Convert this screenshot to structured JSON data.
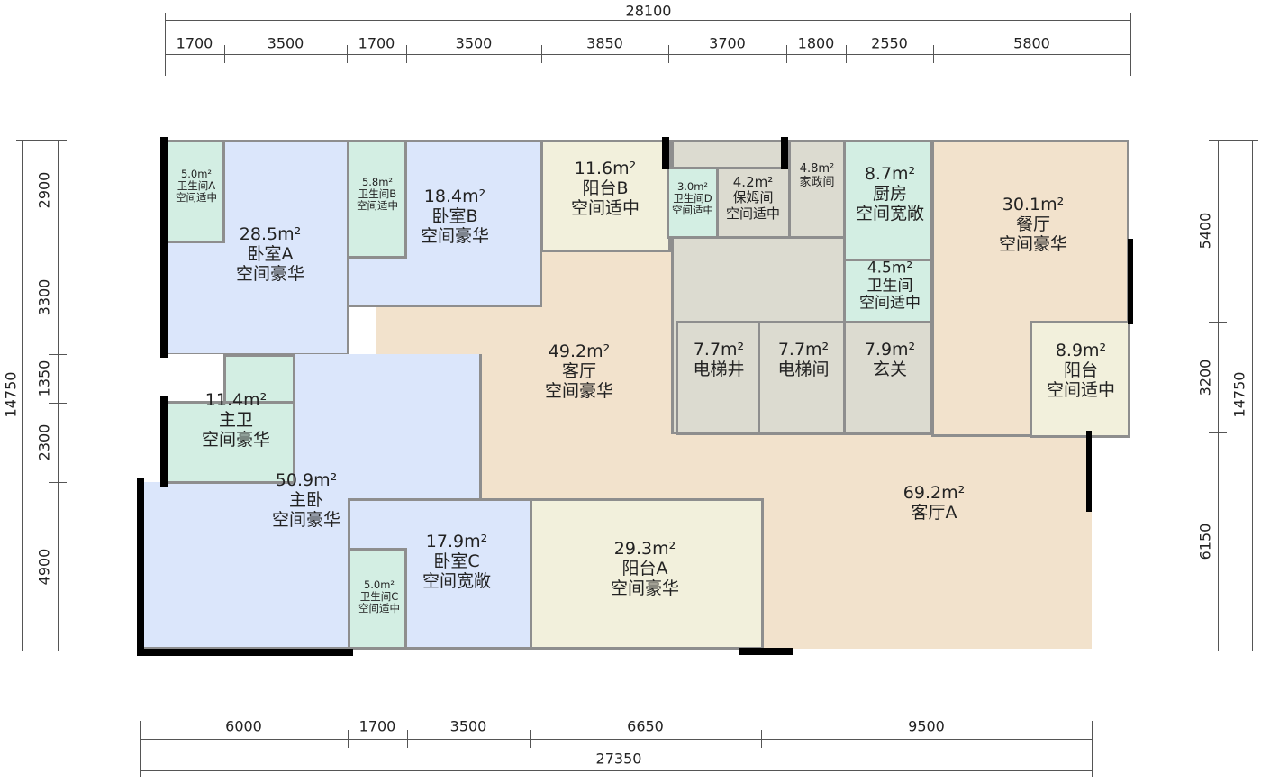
{
  "rooms": {
    "bathA": {
      "area": "5.0m²",
      "name": "卫生间A",
      "note": "空间适中"
    },
    "bedA": {
      "area": "28.5m²",
      "name": "卧室A",
      "note": "空间豪华"
    },
    "bathB": {
      "area": "5.8m²",
      "name": "卫生间B",
      "note": "空间适中"
    },
    "bedB": {
      "area": "18.4m²",
      "name": "卧室B",
      "note": "空间豪华"
    },
    "balconyB": {
      "area": "11.6m²",
      "name": "阳台B",
      "note": "空间适中"
    },
    "bathD": {
      "area": "3.0m²",
      "name": "卫生间D",
      "note": "空间适中"
    },
    "nanny": {
      "area": "4.2m²",
      "name": "保姆间",
      "note": "空间适中"
    },
    "domestic": {
      "area": "4.8m²",
      "name": "家政间"
    },
    "kitchen": {
      "area": "8.7m²",
      "name": "厨房",
      "note": "空间宽敞"
    },
    "dining": {
      "area": "30.1m²",
      "name": "餐厅",
      "note": "空间豪华"
    },
    "bath": {
      "area": "4.5m²",
      "name": "卫生间",
      "note": "空间适中"
    },
    "living": {
      "area": "49.2m²",
      "name": "客厅",
      "note": "空间豪华"
    },
    "shaft": {
      "area": "7.7m²",
      "name": "电梯井"
    },
    "lobby": {
      "area": "7.7m²",
      "name": "电梯间"
    },
    "foyer": {
      "area": "7.9m²",
      "name": "玄关"
    },
    "balcony": {
      "area": "8.9m²",
      "name": "阳台",
      "note": "空间适中"
    },
    "masterBath": {
      "area": "11.4m²",
      "name": "主卫",
      "note": "空间豪华"
    },
    "master": {
      "area": "50.9m²",
      "name": "主卧",
      "note": "空间豪华"
    },
    "bedC": {
      "area": "17.9m²",
      "name": "卧室C",
      "note": "空间宽敞"
    },
    "bathC": {
      "area": "5.0m²",
      "name": "卫生间C",
      "note": "空间适中"
    },
    "balconyA": {
      "area": "29.3m²",
      "name": "阳台A",
      "note": "空间豪华"
    },
    "livingA": {
      "area": "69.2m²",
      "name": "客厅A"
    }
  },
  "dims": {
    "top_total": "28100",
    "top": [
      "1700",
      "3500",
      "1700",
      "3500",
      "3850",
      "3700",
      "1800",
      "2550",
      "5800"
    ],
    "bottom_total": "27350",
    "bottom": [
      "6000",
      "1700",
      "3500",
      "6650",
      "9500"
    ],
    "left_total": "14750",
    "left": [
      "2900",
      "3300",
      "1350",
      "2300",
      "4900"
    ],
    "right_total": "14750",
    "right": [
      "5400",
      "3200",
      "6150"
    ]
  }
}
